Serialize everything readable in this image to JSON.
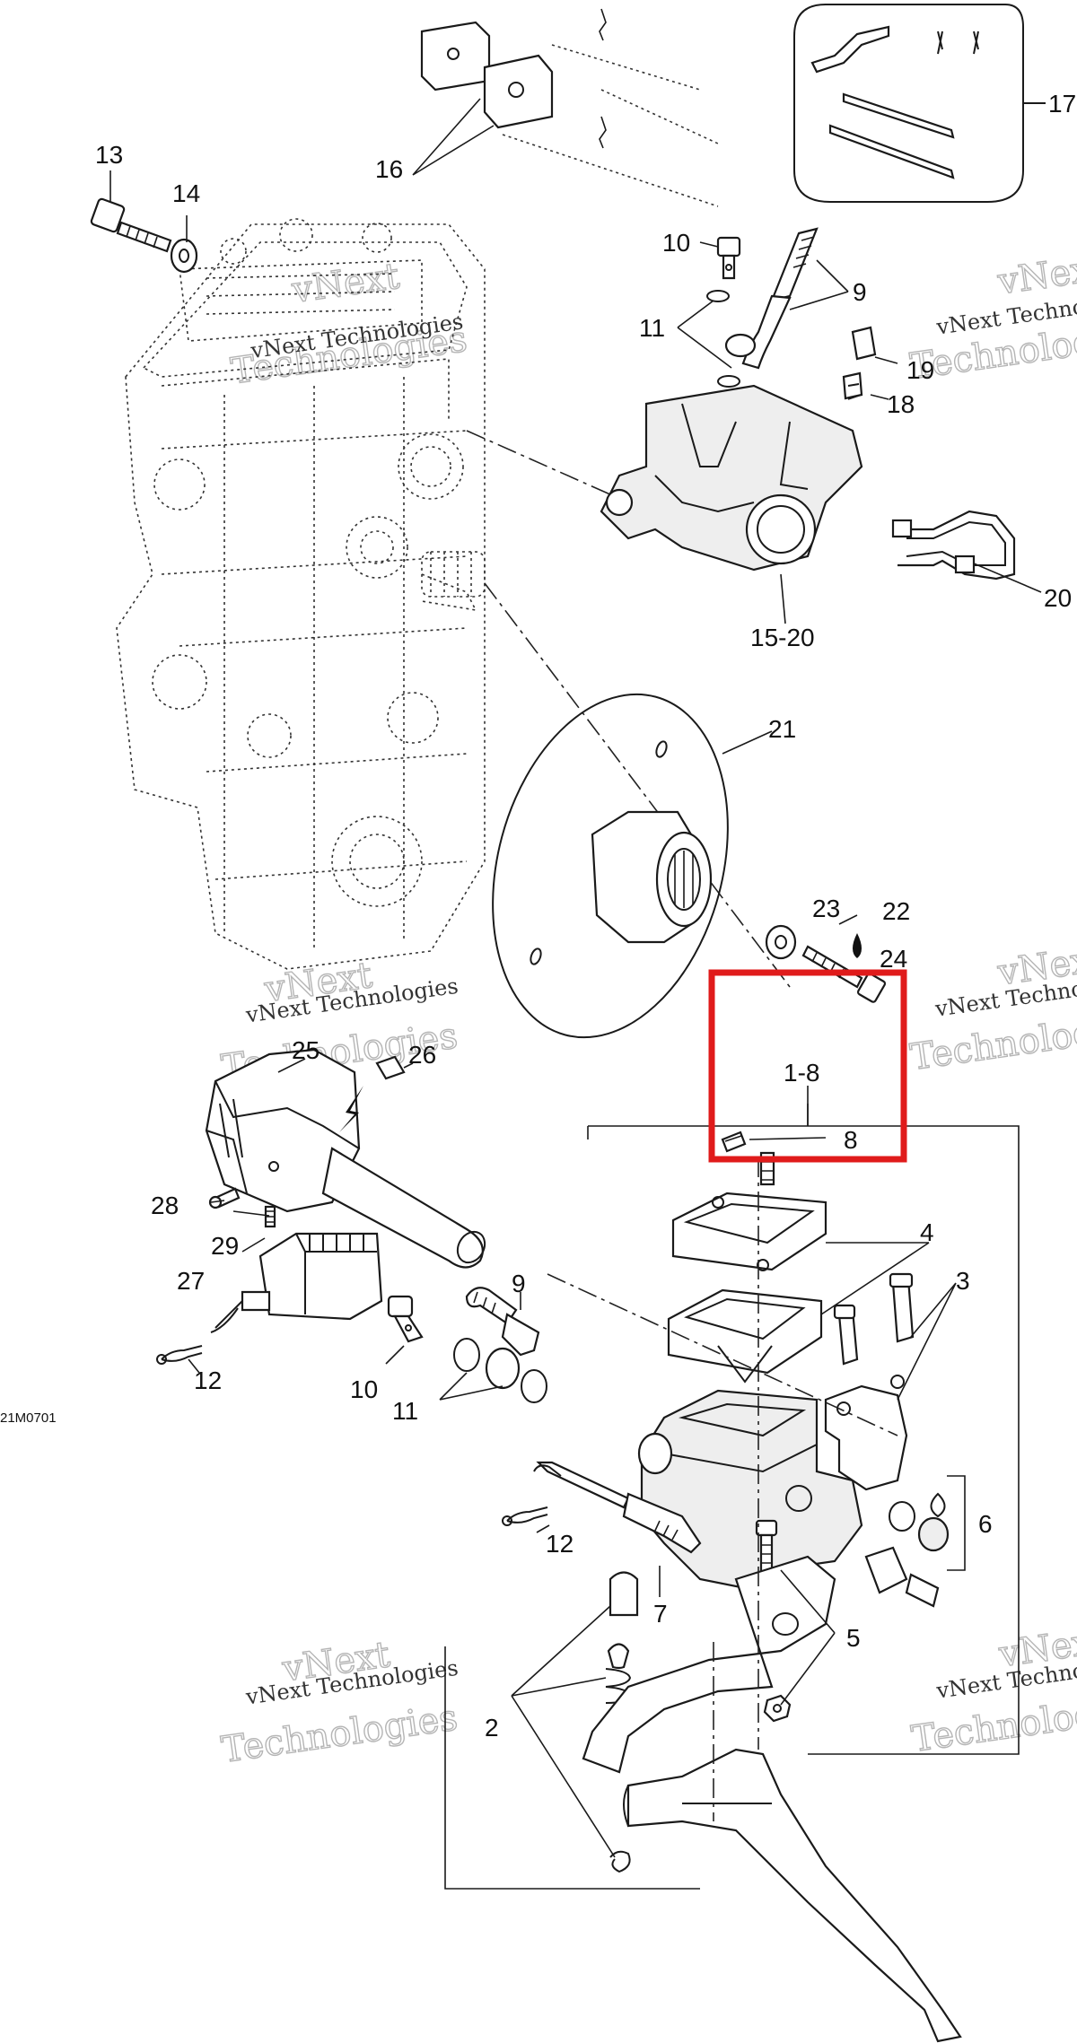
{
  "diagram": {
    "drawing_code": "21M0701",
    "callouts": [
      "1-8",
      "2",
      "3",
      "4",
      "5",
      "6",
      "7",
      "8",
      "9",
      "9",
      "10",
      "10",
      "11",
      "11",
      "12",
      "12",
      "13",
      "14",
      "15-20",
      "16",
      "17",
      "18",
      "19",
      "20",
      "21",
      "22",
      "23",
      "24",
      "25",
      "26",
      "27",
      "28",
      "29"
    ],
    "watermarks": {
      "line1": "vNext",
      "line2": "Technologies",
      "caption": "vNext Technologies"
    },
    "highlight_color": "#e01b1b"
  }
}
